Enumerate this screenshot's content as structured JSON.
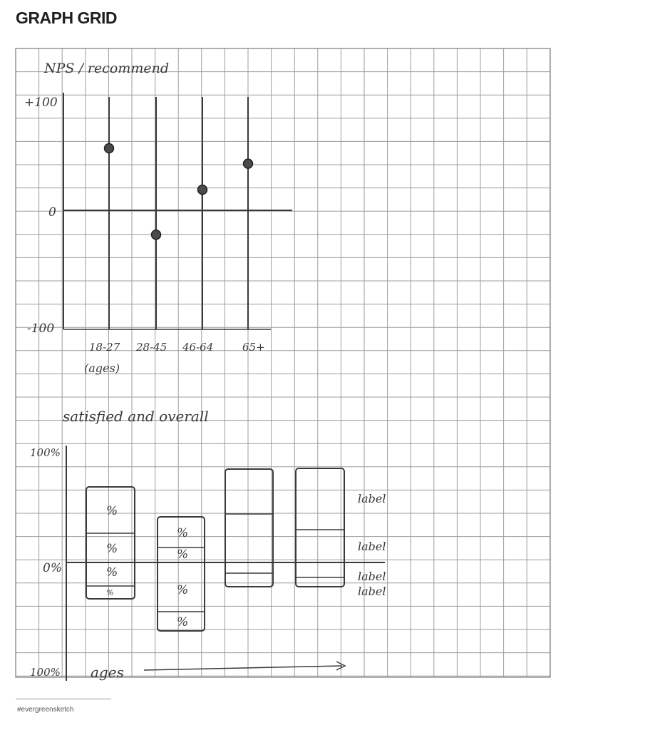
{
  "page": {
    "title": "GRAPH GRID",
    "footer": "#evergreensketch"
  },
  "colors": {
    "grid": "#9c9c9c",
    "ink": "#3a3a3a",
    "dot": "#4a4a4a"
  },
  "chart_data": [
    {
      "type": "scatter",
      "title": "NPS / recommend",
      "xlabel": "(ages)",
      "ylim": [
        -100,
        100
      ],
      "y_ticks": [
        "+100",
        "0",
        "-100"
      ],
      "categories": [
        "18-27",
        "28-45",
        "46-64",
        "65+"
      ],
      "values": [
        53,
        -20,
        18,
        40
      ]
    },
    {
      "type": "bar",
      "subtype": "diverging-stacked",
      "title": "satisfied and overall",
      "xlabel": "ages",
      "y_ticks": [
        "100%",
        "0%",
        "100%"
      ],
      "bars": [
        {
          "segments": [
            "%",
            "%",
            "%",
            "%"
          ]
        },
        {
          "segments": [
            "%",
            "%",
            "%",
            "%"
          ]
        },
        {
          "segments": [
            "",
            "",
            "",
            ""
          ]
        },
        {
          "segments": [
            "",
            "",
            "",
            ""
          ]
        }
      ],
      "legend": [
        "label",
        "label",
        "label",
        "label"
      ]
    }
  ]
}
